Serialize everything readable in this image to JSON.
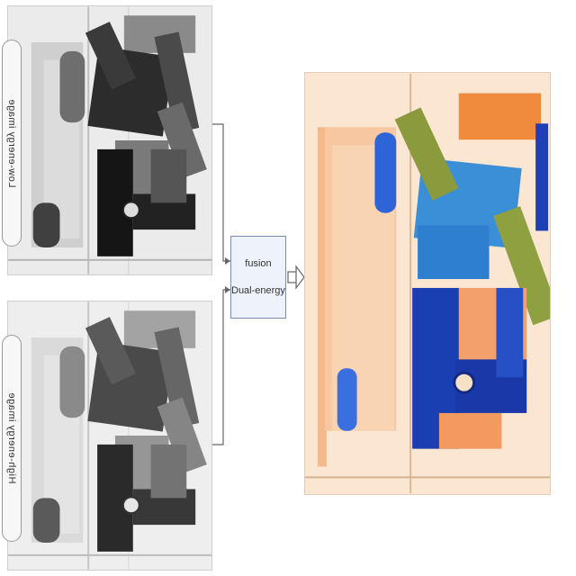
{
  "labels": {
    "low_energy": "Low-energy image",
    "high_energy": "High-energy image",
    "process_line1": "Dual-energy",
    "process_line2": "fusion"
  },
  "colors": {
    "background": "#ffffff",
    "gray_panel": "#e9e9e9",
    "output_panel": "#fbe8d6",
    "organic_orange": "#f08a3c",
    "metal_blue": "#1e4fd0",
    "mixed_green": "#7a9a3a",
    "process_box": "#eef2fb"
  }
}
